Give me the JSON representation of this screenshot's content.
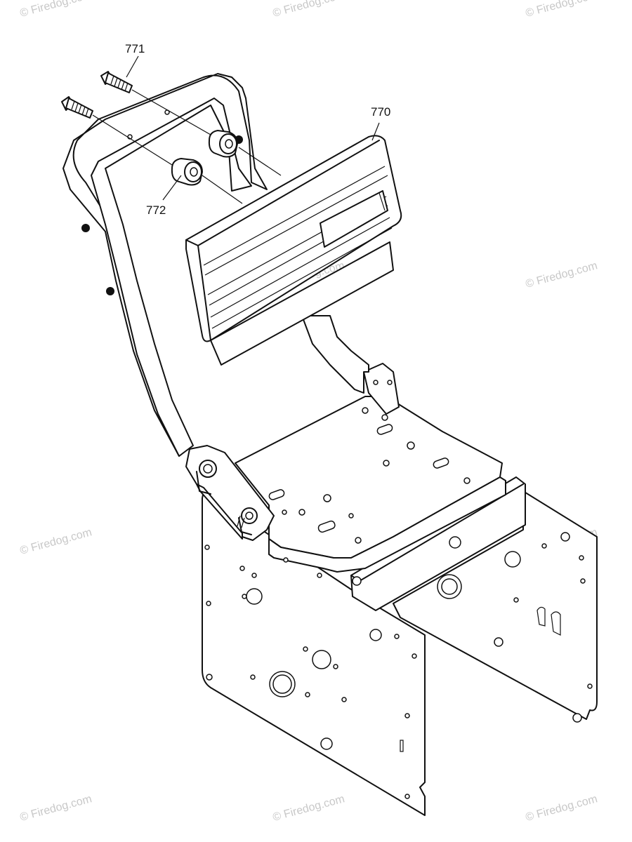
{
  "callouts": {
    "c771": "771",
    "c770": "770",
    "c772": "772"
  },
  "watermark": "© Firedog.com"
}
